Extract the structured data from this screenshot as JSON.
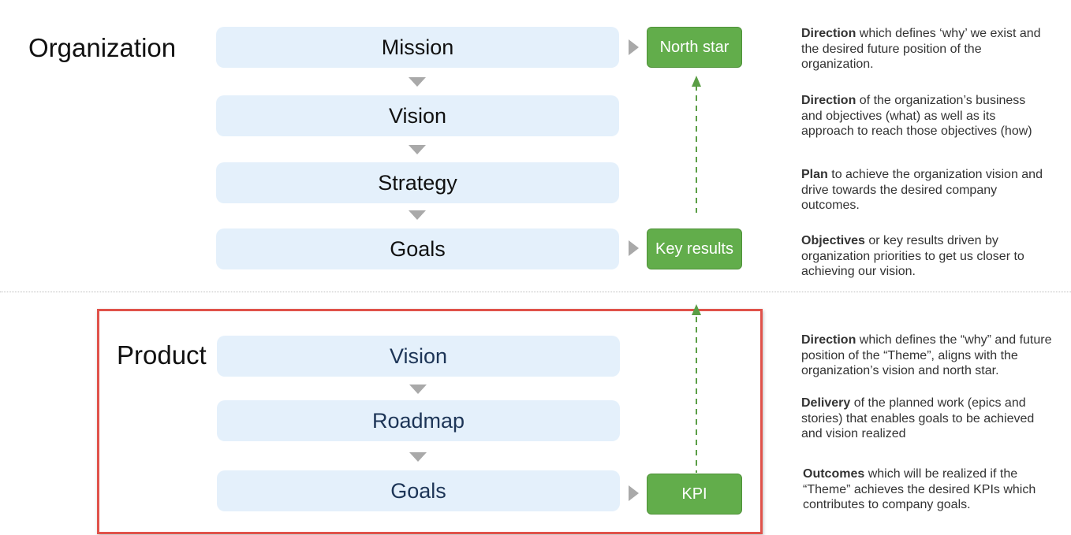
{
  "organization": {
    "title": "Organization",
    "steps": [
      "Mission",
      "Vision",
      "Strategy",
      "Goals"
    ],
    "indicators": [
      "North star",
      "Key results"
    ],
    "descriptions": [
      {
        "bold": "Direction",
        "text": " which defines ‘why’ we exist and the desired future position of the organization."
      },
      {
        "bold": "Direction",
        "text": " of the organization’s business and objectives (what) as well as its approach to reach those objectives (how)"
      },
      {
        "bold": "Plan",
        "text": " to achieve the organization vision and drive towards the desired company outcomes."
      },
      {
        "bold": "Objectives",
        "text": " or key results driven by organization priorities to get us closer to achieving our vision."
      }
    ]
  },
  "product": {
    "title": "Product",
    "steps": [
      "Vision",
      "Roadmap",
      "Goals"
    ],
    "indicator": "KPI",
    "descriptions": [
      {
        "bold": "Direction",
        "text": " which defines the “why” and future position of the “Theme”, aligns with the organization’s vision and north star."
      },
      {
        "bold": "Delivery",
        "text": " of the planned work (epics and stories) that enables goals to be achieved and vision realized"
      },
      {
        "bold": "Outcomes",
        "text": " which will be realized if the “Theme” achieves the desired KPIs which contributes to company goals."
      }
    ]
  },
  "colors": {
    "box_fill": "#e4f0fb",
    "indicator_green": "#62ad4b",
    "arrow_dashed": "#5a9e45",
    "frame_red": "#e0524a",
    "connector_gray": "#a9a9a9"
  }
}
